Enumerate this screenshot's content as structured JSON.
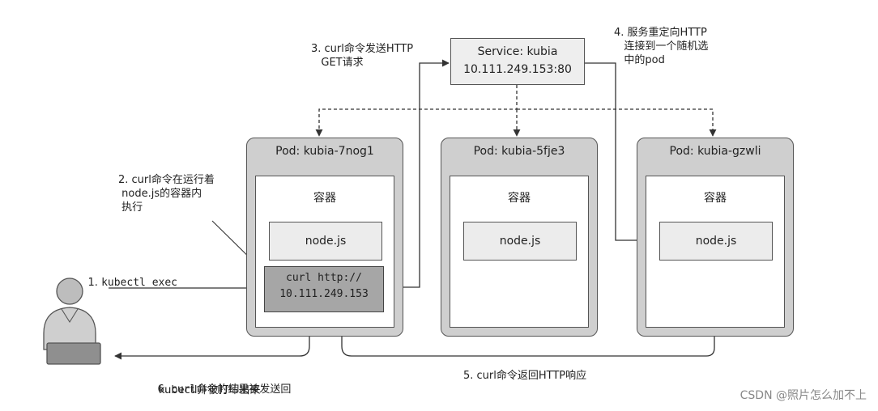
{
  "service": {
    "line1": "Service: kubia",
    "line2": "10.111.249.153:80"
  },
  "pods": [
    {
      "title": "Pod: kubia-7nog1",
      "container": "容器",
      "app": "node.js"
    },
    {
      "title": "Pod: kubia-5fje3",
      "container": "容器",
      "app": "node.js"
    },
    {
      "title": "Pod: kubia-gzwli",
      "container": "容器",
      "app": "node.js"
    }
  ],
  "curl_box": {
    "line1": "curl http://",
    "line2": "10.111.249.153"
  },
  "steps": {
    "s1_prefix": "1. ",
    "s1_cmd": "kubectl exec",
    "s2": "2. curl命令在运行着\n node.js的容器内\n 执行",
    "s3": "3. curl命令发送HTTP\n   GET请求",
    "s4": "4. 服务重定向HTTP\n   连接到一个随机选\n   中的pod",
    "s5": "5. curl命令返回HTTP响应",
    "s6_prefix": "6. ",
    "s6_cmd": "curl",
    "s6_rest": "命令的结果被发送回",
    "s6_line2": "kubectl并被打印出来"
  },
  "watermark": "CSDN @照片怎么加不上",
  "colors": {
    "pod_fill": "#cfcfcf",
    "curl_fill": "#a6a6a6",
    "line": "#333333"
  }
}
